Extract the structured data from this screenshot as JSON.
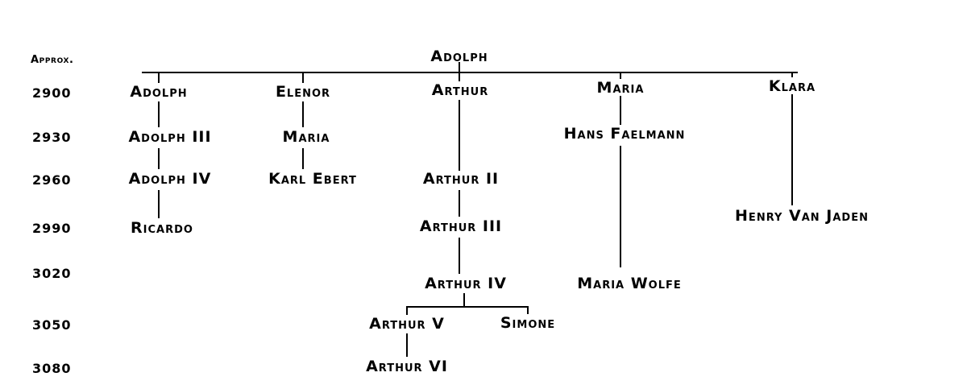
{
  "timeline": {
    "label": "Approx.",
    "years": [
      "2900",
      "2930",
      "2960",
      "2990",
      "3020",
      "3050",
      "3080"
    ]
  },
  "nodes": {
    "root": "Adolph",
    "adolph": "Adolph",
    "elenor": "Elenor",
    "arthur": "Arthur",
    "maria": "Maria",
    "klara": "Klara",
    "adolph_iii": "Adolph III",
    "maria_2": "Maria",
    "hans_faelmann": "Hans Faelmann",
    "adolph_iv": "Adolph IV",
    "karl_ebert": "Karl Ebert",
    "arthur_ii": "Arthur II",
    "ricardo": "Ricardo",
    "arthur_iii": "Arthur III",
    "henry_van_jaden": "Henry Van Jaden",
    "arthur_iv": "Arthur IV",
    "maria_wolfe": "Maria Wolfe",
    "arthur_v": "Arthur V",
    "simone": "Simone",
    "arthur_vi": "Arthur VI"
  },
  "lineage": [
    {
      "parent": "Adolph",
      "children": [
        "Adolph",
        "Elenor",
        "Arthur",
        "Maria",
        "Klara"
      ]
    },
    {
      "parent": "Adolph (2900)",
      "descent": [
        "Adolph III",
        "Adolph IV",
        "Ricardo"
      ]
    },
    {
      "parent": "Elenor",
      "descent": [
        "Maria",
        "Karl Ebert"
      ]
    },
    {
      "parent": "Arthur",
      "descent": [
        "Arthur II",
        "Arthur III",
        "Arthur IV"
      ]
    },
    {
      "parent": "Arthur IV",
      "children": [
        "Arthur V",
        "Simone"
      ]
    },
    {
      "parent": "Arthur V",
      "descent": [
        "Arthur VI"
      ]
    },
    {
      "parent": "Maria",
      "descent": [
        "Hans Faelmann",
        "Maria Wolfe"
      ]
    },
    {
      "parent": "Klara",
      "descent": [
        "Henry Van Jaden"
      ]
    }
  ],
  "colors": {
    "line": "#000000",
    "text": "#000000",
    "background": "#ffffff"
  }
}
